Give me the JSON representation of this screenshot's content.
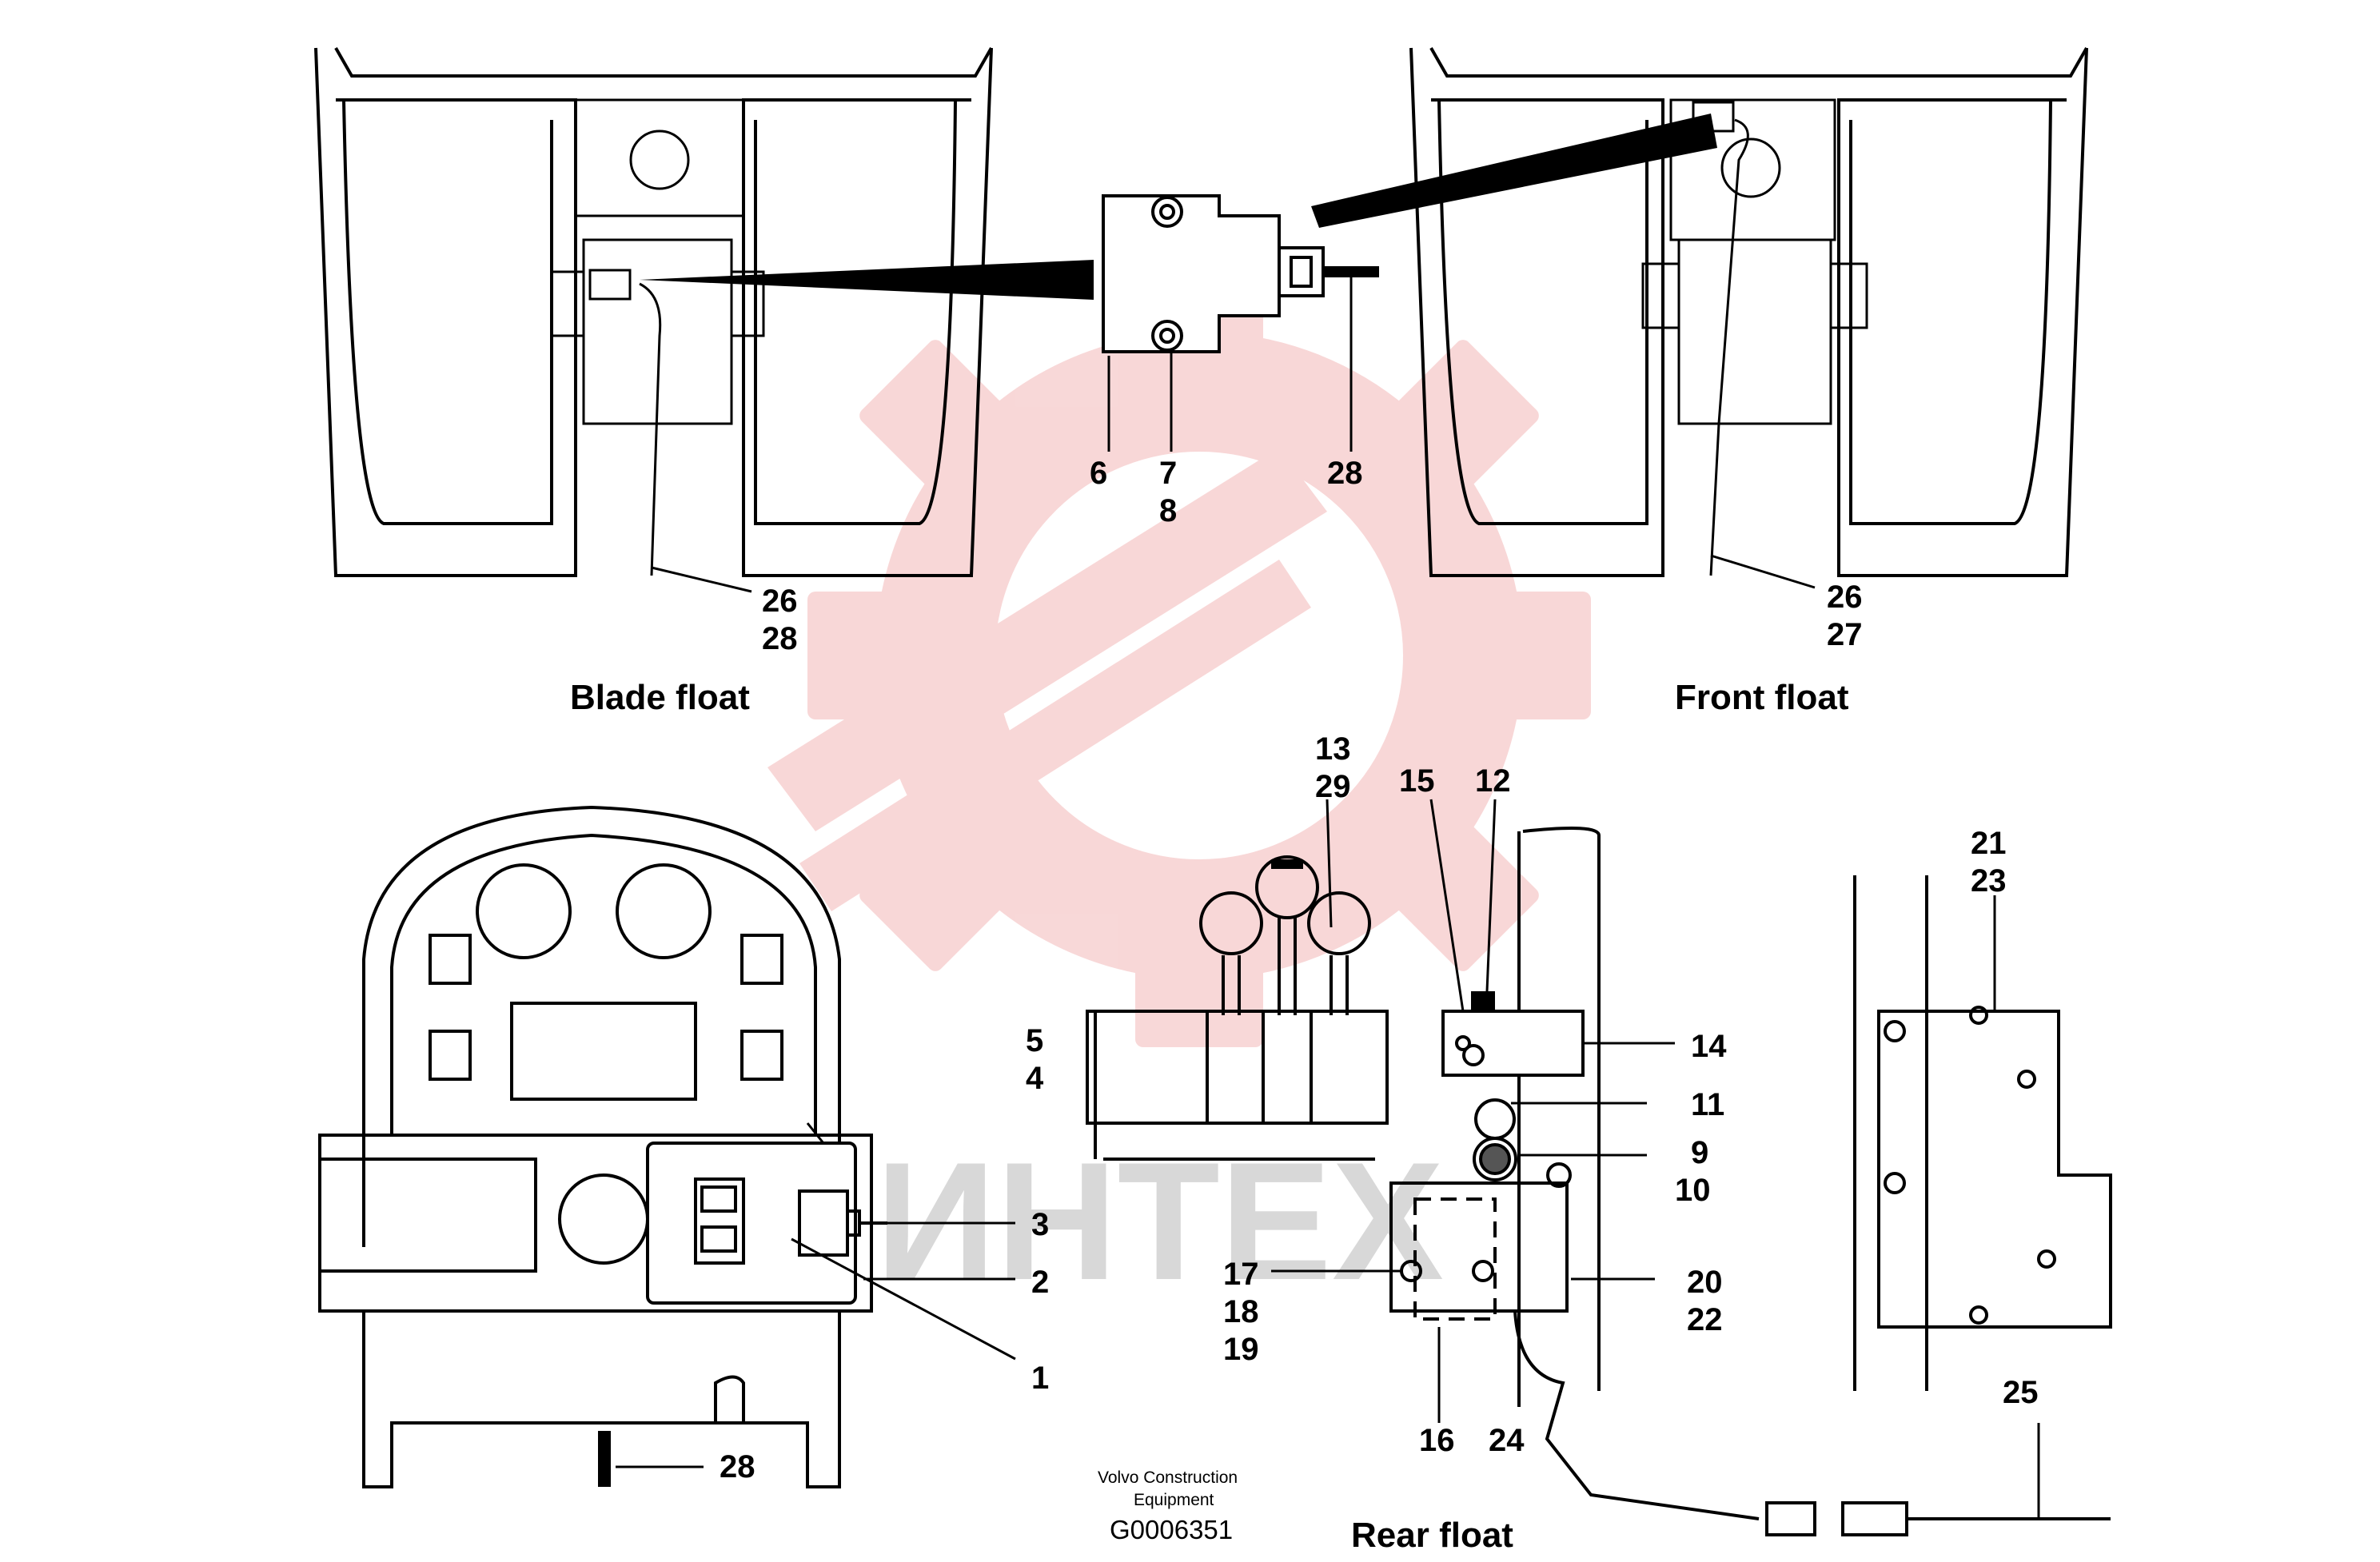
{
  "watermark": {
    "text": "ИНТЕХ",
    "color": "#f3b8b8"
  },
  "captions": {
    "blade_float": "Blade float",
    "front_float": "Front float",
    "rear_float": "Rear float"
  },
  "credit": {
    "line1": "Volvo Construction",
    "line2": "Equipment",
    "code": "G0006351"
  },
  "callouts": {
    "c1": "1",
    "c2": "2",
    "c3": "3",
    "c4": "4",
    "c5": "5",
    "c6": "6",
    "c7": "7",
    "c8": "8",
    "c9": "9",
    "c10": "10",
    "c11": "11",
    "c12": "12",
    "c13": "13",
    "c14": "14",
    "c15": "15",
    "c16": "16",
    "c17": "17",
    "c18": "18",
    "c19": "19",
    "c20": "20",
    "c21": "21",
    "c22": "22",
    "c23": "23",
    "c24": "24",
    "c25": "25",
    "c26a": "26",
    "c26b": "26",
    "c27": "27",
    "c28a": "28",
    "c28b": "28",
    "c28c": "28",
    "c29": "29"
  }
}
